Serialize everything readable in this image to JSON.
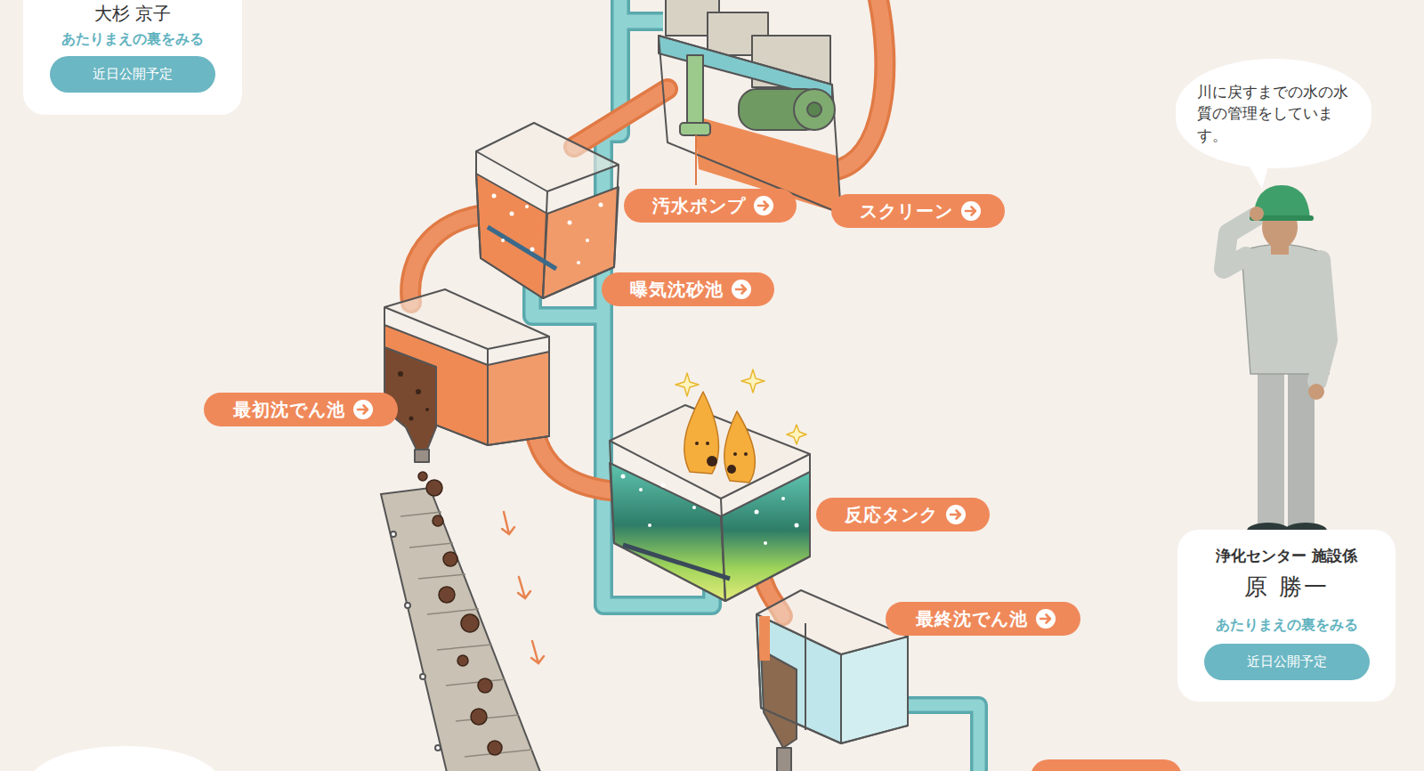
{
  "diagram": {
    "nodes": [
      {
        "text": [
          "大杉 京子",
          "あたりまえの裏をみる"
        ]
      },
      {
        "text": [
          "近日公開予定"
        ],
        "in": 0
      },
      {
        "text": [
          "川に戻すまでの水の水質の管理をしています。"
        ]
      },
      {
        "text": [
          "汚水ポンプ"
        ]
      },
      {
        "text": [
          "スクリーン"
        ]
      },
      {
        "text": [
          "曝気沈砂池"
        ]
      },
      {
        "text": [
          "最初沈でん池"
        ]
      },
      {
        "text": [
          "反応タンク"
        ]
      },
      {
        "text": [
          "浄化センター 施設係",
          "原 勝一",
          "あたりまえの裏をみる"
        ]
      },
      {
        "text": [
          "近日公開予定"
        ],
        "in": 8
      },
      {
        "text": [
          "最終沈でん池"
        ]
      }
    ]
  }
}
